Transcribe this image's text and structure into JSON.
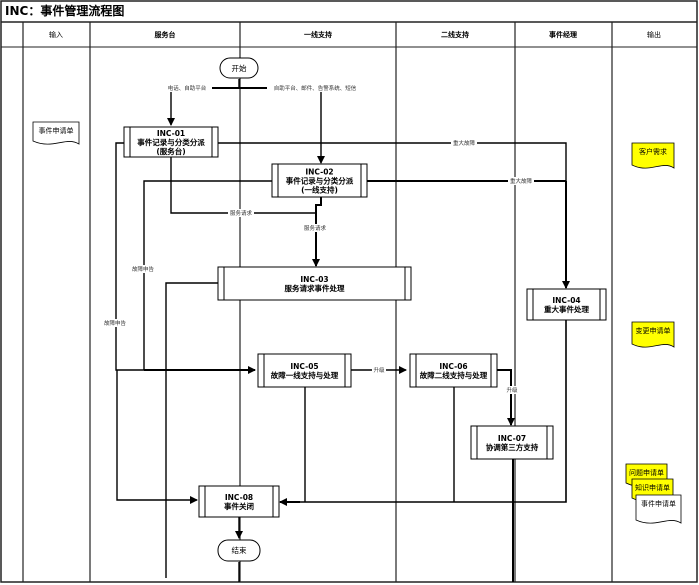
{
  "title": "INC：事件管理流程图",
  "lanes": [
    "输入",
    "服务台",
    "一线支持",
    "二线支持",
    "事件经理",
    "输出"
  ],
  "terminals": {
    "start": "开始",
    "end": "结束"
  },
  "processes": [
    {
      "id": "INC-01",
      "lines": [
        "INC-01",
        "事件记录与分类分派",
        "(服务台)"
      ]
    },
    {
      "id": "INC-02",
      "lines": [
        "INC-02",
        "事件记录与分类分派",
        "(一线支持)"
      ]
    },
    {
      "id": "INC-03",
      "lines": [
        "INC-03",
        "服务请求事件处理"
      ]
    },
    {
      "id": "INC-04",
      "lines": [
        "INC-04",
        "重大事件处理"
      ]
    },
    {
      "id": "INC-05",
      "lines": [
        "INC-05",
        "故障一线支持与处理"
      ]
    },
    {
      "id": "INC-06",
      "lines": [
        "INC-06",
        "故障二线支持与处理"
      ]
    },
    {
      "id": "INC-07",
      "lines": [
        "INC-07",
        "协调第三方支持"
      ]
    },
    {
      "id": "INC-08",
      "lines": [
        "INC-08",
        "事件关闭"
      ]
    }
  ],
  "connector_labels": {
    "channel_servicedesk": "电话、自助平台",
    "channel_firstline": "自助平台、邮件、告警系统、短信",
    "major_incident_1": "重大故障",
    "major_incident_2": "重大故障",
    "service_request_1": "服务请求",
    "service_request_2": "服务请求",
    "fault_report_1": "故障申告",
    "fault_report_2": "故障申告",
    "escalate_1": "升级",
    "escalate_2": "升级"
  },
  "documents": {
    "input": [
      {
        "label": "事件申请单",
        "color": "#ffffff"
      }
    ],
    "output": [
      {
        "label": "客户需求",
        "color": "#ffff00"
      },
      {
        "label": "变更申请单",
        "color": "#ffff00"
      },
      {
        "label": "问题申请单",
        "color": "#ffff00"
      },
      {
        "label": "知识申请单",
        "color": "#ffff00"
      },
      {
        "label": "事件申请单",
        "color": "#ffffff"
      }
    ]
  },
  "colors": {
    "line": "#000000",
    "doc_highlight": "#ffff00",
    "border": "#222222"
  }
}
